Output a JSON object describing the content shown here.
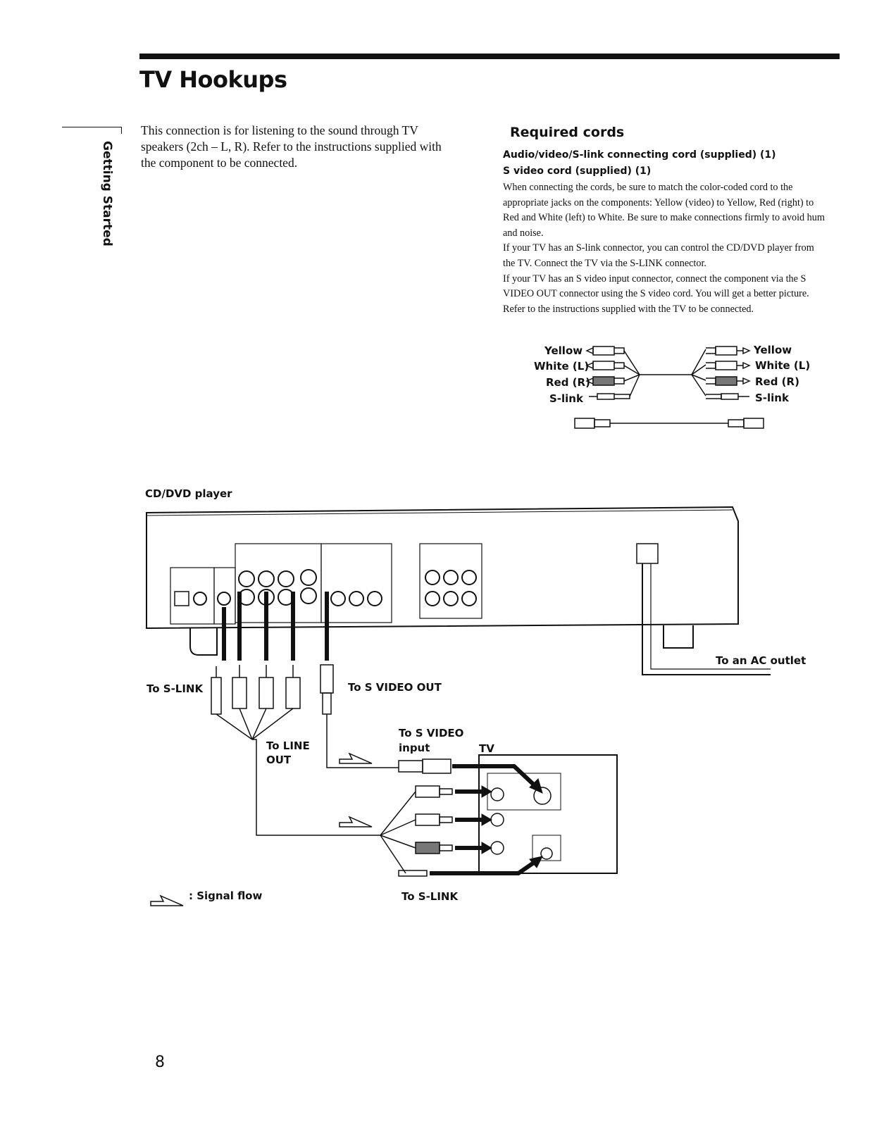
{
  "page": {
    "title": "TV Hookups",
    "side_tab": "Getting Started",
    "page_number": "8"
  },
  "intro": "This connection is for listening to the sound through TV speakers (2ch – L, R). Refer to the instructions supplied with the component to be connected.",
  "required": {
    "heading": "Required cords",
    "cords": [
      "Audio/video/S-link connecting cord (supplied) (1)",
      "S video cord (supplied) (1)"
    ],
    "paragraphs": [
      "When connecting the cords, be sure to match the color-coded cord to the appropriate jacks on the components: Yellow (video) to Yellow, Red (right) to Red and White (left) to White. Be sure to make connections firmly to avoid hum and noise.",
      "If your TV has an S-link connector, you can control the CD/DVD player from the TV. Connect the TV via the S-LINK connector.",
      "If your TV has an S video input connector, connect the component via the S VIDEO OUT connector using the S video cord. You will get a better picture.",
      "Refer to the instructions supplied with the TV to be connected."
    ]
  },
  "cord_labels": {
    "left": [
      "Yellow",
      "White (L)",
      "Red (R)",
      "S-link"
    ],
    "right": [
      "Yellow",
      "White (L)",
      "Red (R)",
      "S-link"
    ]
  },
  "diagram": {
    "player_label": "CD/DVD player",
    "to_s_link_top": "To S-LINK",
    "to_s_video_out": "To S VIDEO OUT",
    "to_line": "To LINE",
    "out": "OUT",
    "to_s_video": "To S VIDEO",
    "input": "input",
    "tv": "TV",
    "to_ac_outlet": "To an AC outlet",
    "to_s_link_bottom": "To S-LINK",
    "signal_flow": ": Signal flow"
  }
}
